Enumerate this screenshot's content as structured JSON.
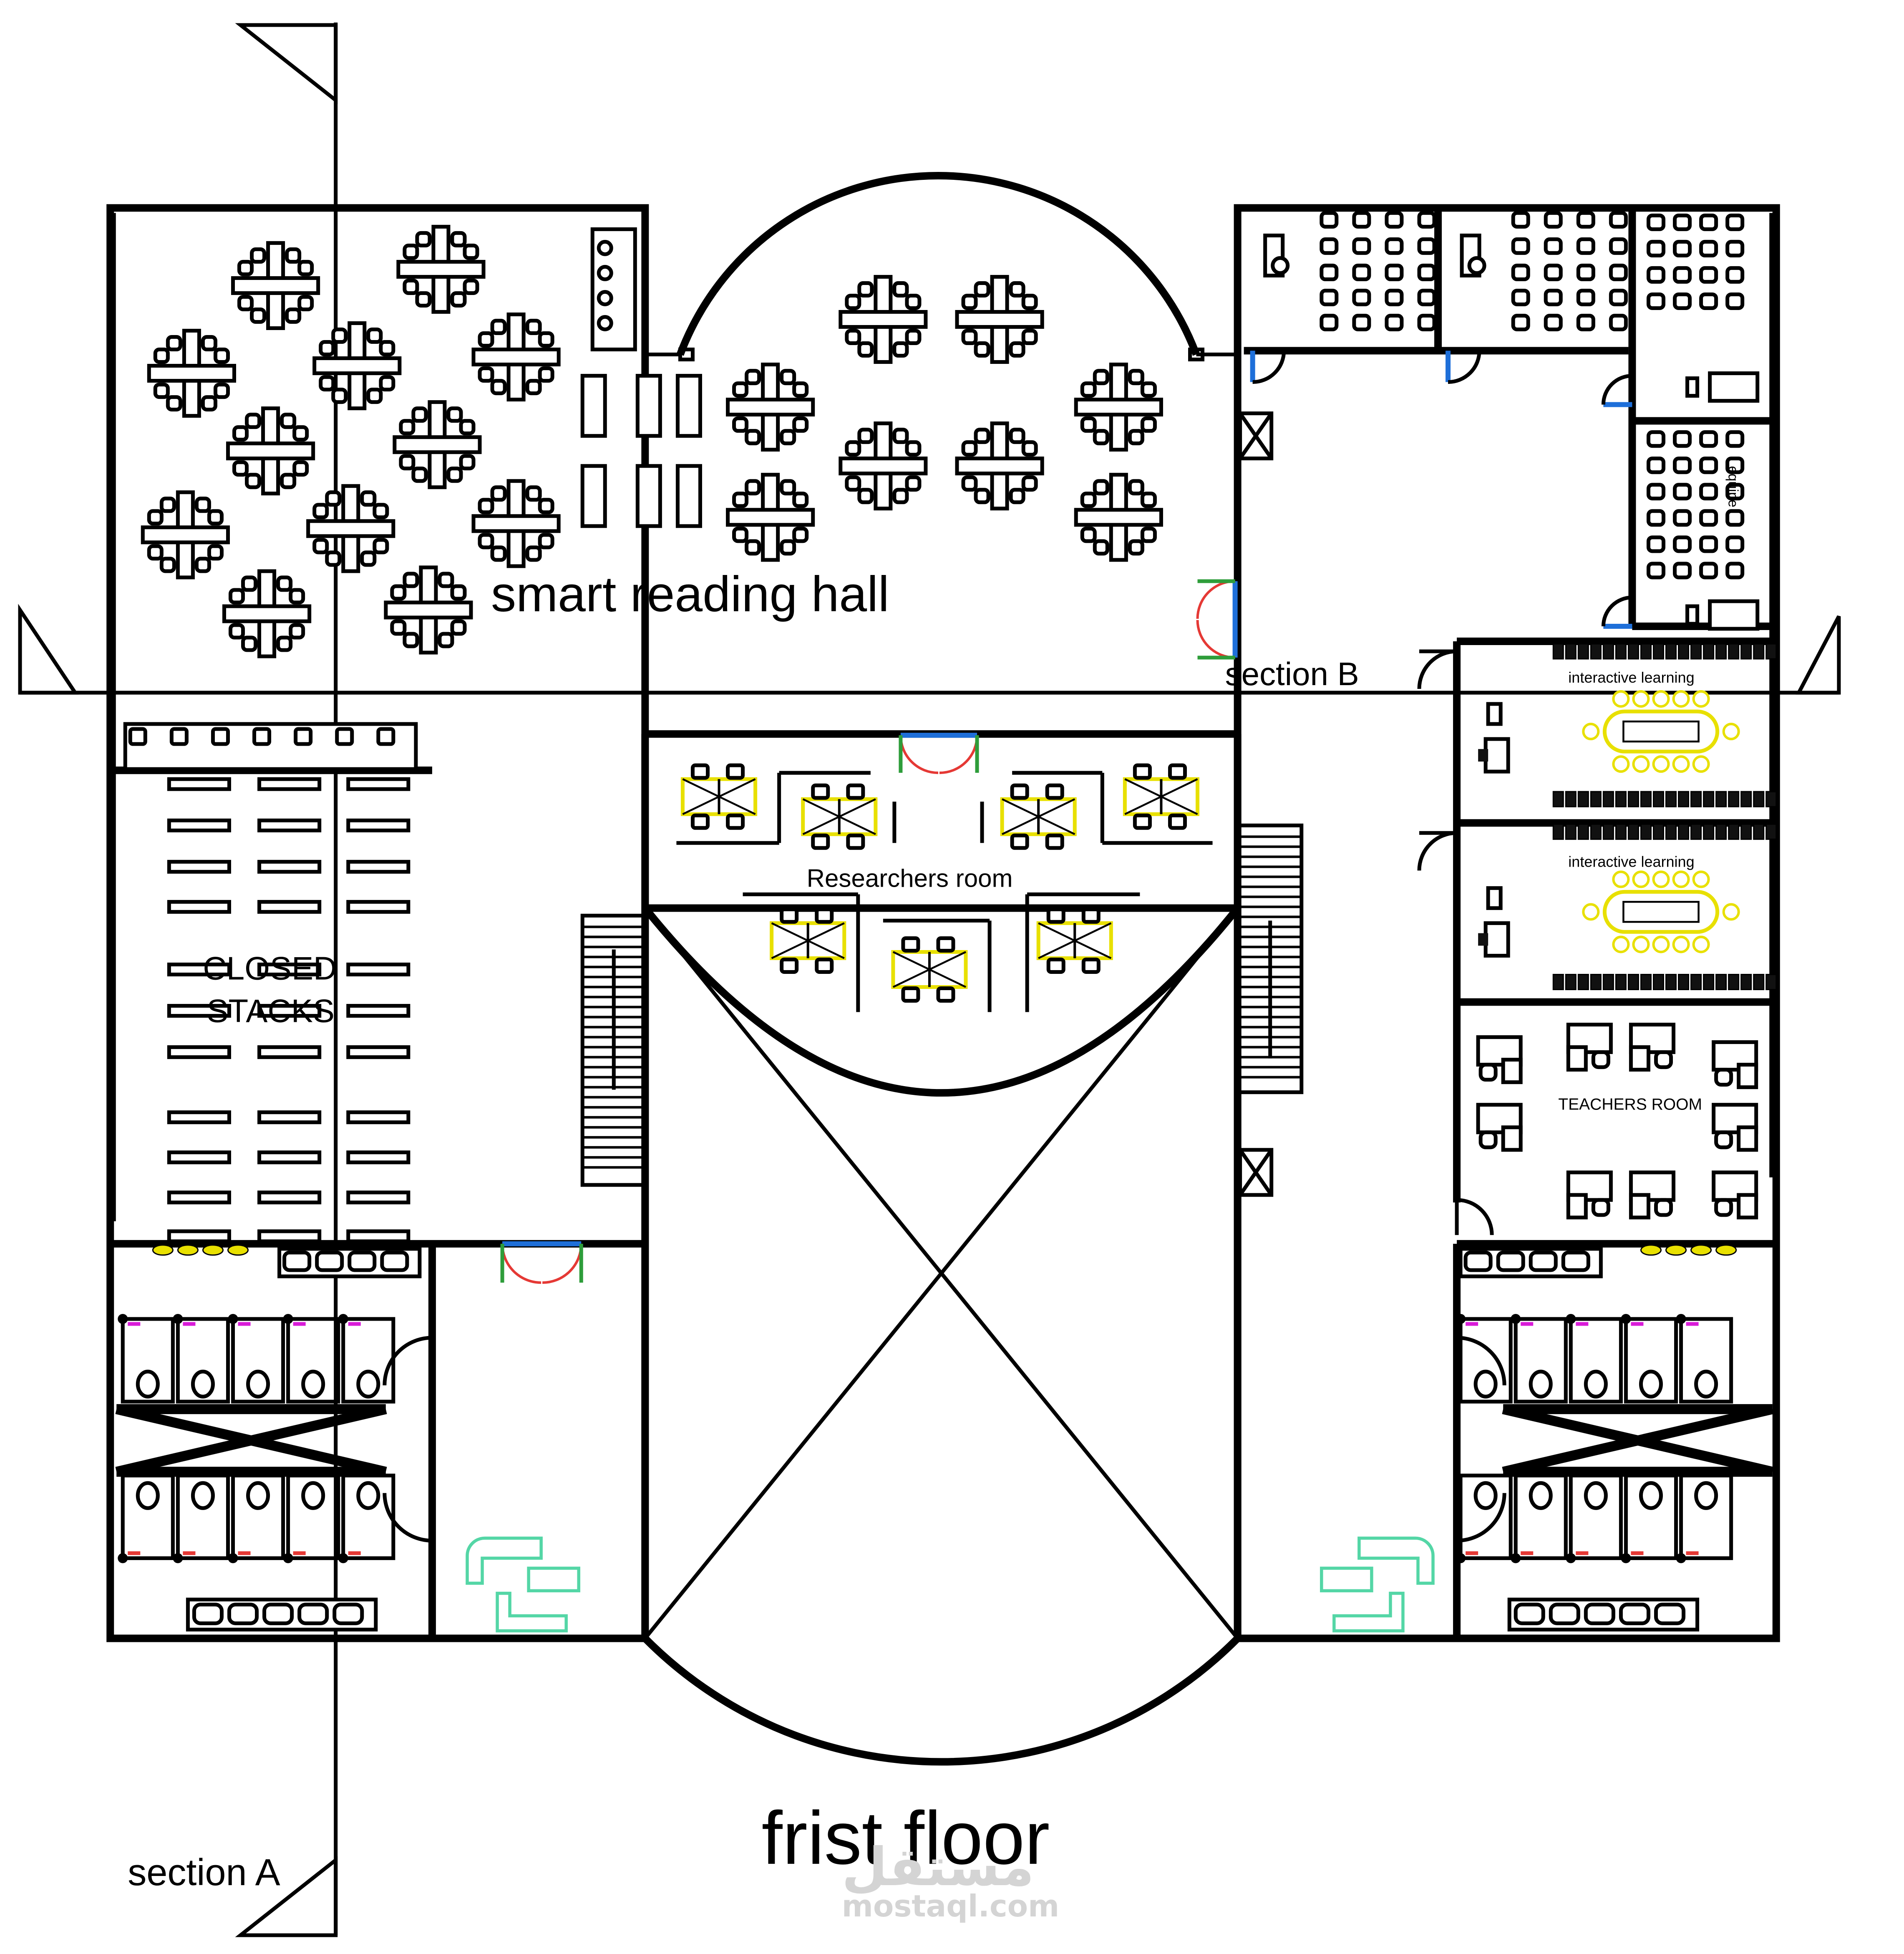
{
  "drawing": {
    "title": "frist floor",
    "section_a": "section A",
    "section_b": "section B"
  },
  "rooms": {
    "reading_hall": "smart reading hall",
    "closed_stacks_1": "CLOSED",
    "closed_stacks_2": "STACKS",
    "researchers": "Researchers room",
    "interactive_1": "interactive learning",
    "interactive_2": "interactive learning",
    "teachers": "TEACHERS ROOM",
    "side_label": "equipe"
  },
  "watermark": {
    "brand": "مستقل",
    "url": "mostaql.com"
  },
  "colors": {
    "ink": "#000000",
    "door_blue": "#1e6fd9",
    "door_red": "#e53935",
    "door_green": "#2e9d3a",
    "accent_yellow": "#e8e000",
    "accent_magenta": "#d81bd8",
    "lounge_teal": "#54d6a6"
  }
}
